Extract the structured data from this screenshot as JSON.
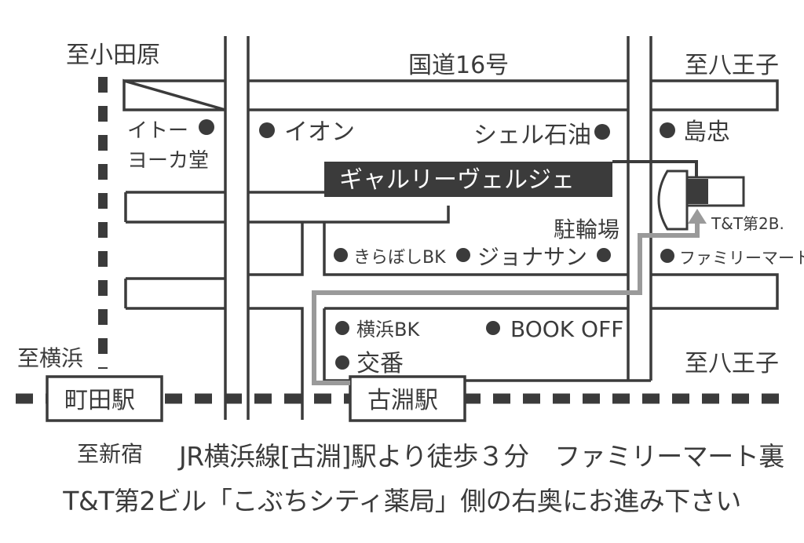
{
  "colors": {
    "ink": "#3b3b3b",
    "route": "#9a9a9a",
    "background": "#ffffff",
    "highlight_text": "#ffffff"
  },
  "directions": {
    "to_odawara": "至小田原",
    "to_hachioji_top": "至八王子",
    "to_hachioji_bottom": "至八王子",
    "to_yokohama": "至横浜",
    "to_shinjuku": "至新宿"
  },
  "roads": {
    "route16": "国道16号"
  },
  "stations": {
    "machida": "町田駅",
    "fuchinobe": "古淵駅"
  },
  "venue": {
    "name": "ギャルリーヴェルジェ",
    "building": "T&T第2B."
  },
  "landmarks": {
    "ito_yokado_line1": "イトー",
    "ito_yokado_line2": "ヨーカ堂",
    "aeon": "イオン",
    "shell": "シェル石油",
    "shimachu": "島忠",
    "bicycle_parking": "駐輪場",
    "kiraboshi": "きらぼしBK",
    "jonathan": "ジョナサン",
    "familymart": "ファミリーマート",
    "yokohama_bank": "横浜BK",
    "book_off": "BOOK OFF",
    "koban": "交番"
  },
  "captions": {
    "line1": "JR横浜線[古淵]駅より徒歩３分　ファミリーマート裏",
    "line2": "T&T第2ビル「こぶちシティ薬局」側の右奥にお進み下さい"
  }
}
